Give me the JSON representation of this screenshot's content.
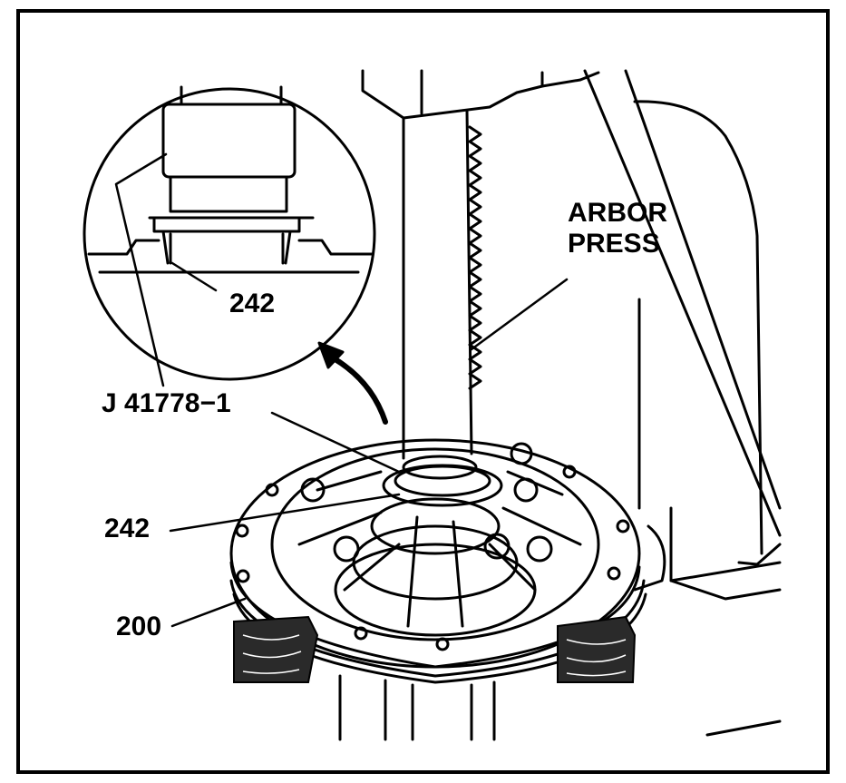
{
  "labels": {
    "arbor_press_line1": "ARBOR",
    "arbor_press_line2": "PRESS",
    "part_242_inset": "242",
    "tool_j41778": "J 41778−1",
    "part_242_main": "242",
    "part_200": "200"
  },
  "colors": {
    "line": "#000000",
    "background": "#ffffff",
    "wood": "#2a2a2a"
  }
}
